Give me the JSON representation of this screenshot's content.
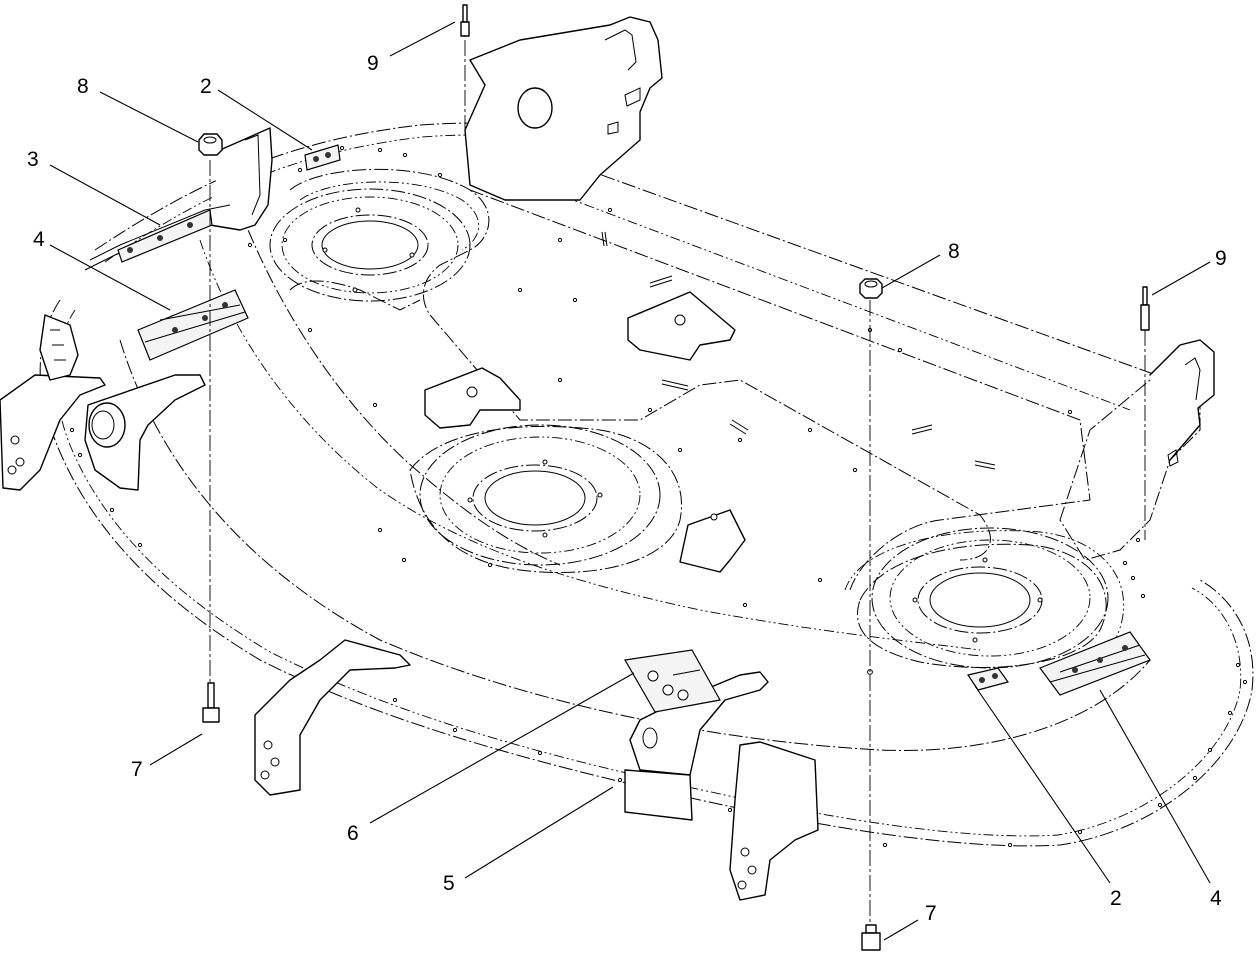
{
  "diagram": {
    "callouts": [
      {
        "id": "c9a",
        "label": "9"
      },
      {
        "id": "c8a",
        "label": "8"
      },
      {
        "id": "c2a",
        "label": "2"
      },
      {
        "id": "c3",
        "label": "3"
      },
      {
        "id": "c4a",
        "label": "4"
      },
      {
        "id": "c8b",
        "label": "8"
      },
      {
        "id": "c9b",
        "label": "9"
      },
      {
        "id": "c7a",
        "label": "7"
      },
      {
        "id": "c6",
        "label": "6"
      },
      {
        "id": "c5",
        "label": "5"
      },
      {
        "id": "c2b",
        "label": "2"
      },
      {
        "id": "c4b",
        "label": "4"
      },
      {
        "id": "c7b",
        "label": "7"
      }
    ]
  }
}
